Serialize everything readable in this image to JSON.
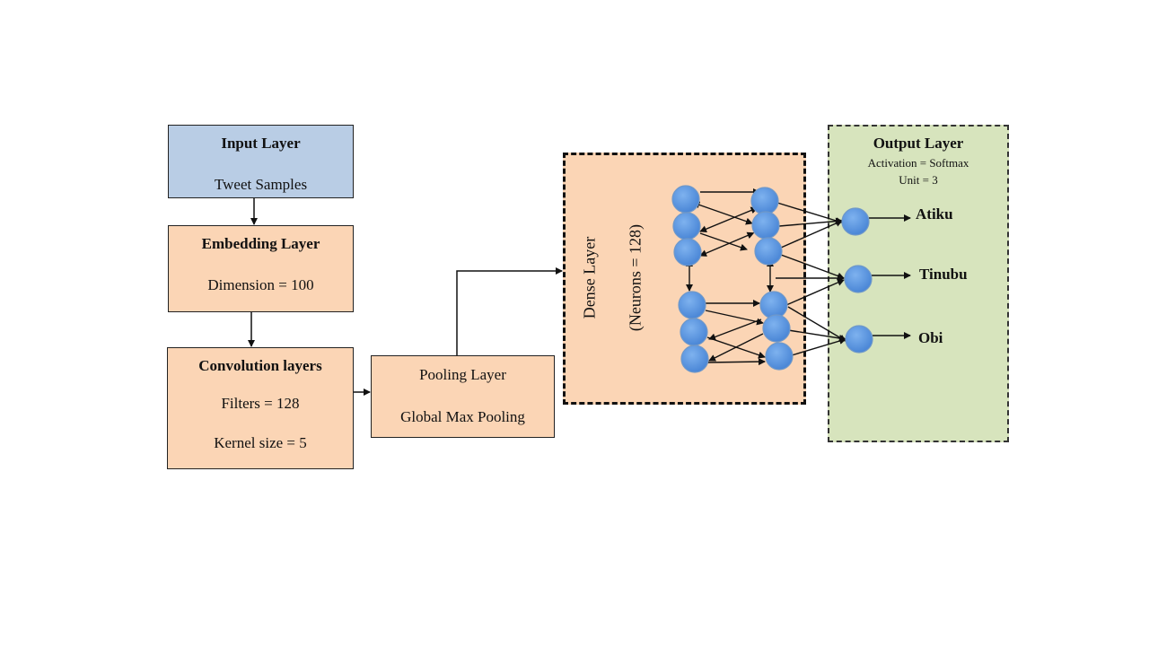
{
  "input_layer": {
    "title": "Input Layer",
    "detail": "Tweet Samples"
  },
  "embedding_layer": {
    "title": "Embedding Layer",
    "detail": "Dimension = 100"
  },
  "convolution_layer": {
    "title": "Convolution layers",
    "filters": "Filters = 128",
    "kernel": "Kernel size = 5"
  },
  "pooling_layer": {
    "title": "Pooling Layer",
    "detail": "Global Max Pooling"
  },
  "dense_layer": {
    "title": "Dense Layer",
    "detail": "(Neurons = 128)"
  },
  "output_layer": {
    "title": "Output Layer",
    "activation": "Activation = Softmax",
    "unit": "Unit = 3",
    "classes": [
      "Atiku",
      "Tinubu",
      "Obi"
    ]
  },
  "colors": {
    "input": "#b9cde5",
    "hidden": "#fbd5b5",
    "output": "#d7e4bd",
    "neuron": "#4f8fdc"
  }
}
